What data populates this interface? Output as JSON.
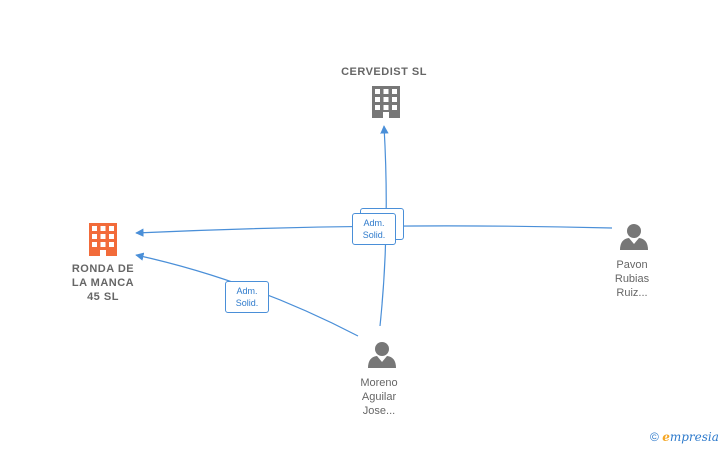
{
  "nodes": {
    "cervedist": {
      "name": "CERVEDIST  SL",
      "type": "company",
      "color": "#666666"
    },
    "ronda": {
      "lines": [
        "RONDA DE",
        "LA MANCA",
        "45  SL"
      ],
      "type": "company",
      "color": "#f26b3a"
    },
    "pavon": {
      "lines": [
        "Pavon",
        "Rubias",
        "Ruiz..."
      ],
      "type": "person",
      "color": "#666666"
    },
    "moreno": {
      "lines": [
        "Moreno",
        "Aguilar",
        "Jose..."
      ],
      "type": "person",
      "color": "#666666"
    }
  },
  "edges": [
    {
      "from": "pavon",
      "to": "ronda",
      "label": [
        "Adm.",
        "Solid."
      ]
    },
    {
      "from": "moreno",
      "to": "cervedist",
      "label": [
        "Adm.",
        "Solid."
      ]
    },
    {
      "from": "moreno",
      "to": "ronda",
      "label": [
        "Adm.",
        "Solid."
      ]
    }
  ],
  "colors": {
    "edge": "#4a8fd8",
    "badge_text": "#2f7bcc",
    "label_text": "#666666"
  },
  "icons": {
    "company": "building-icon",
    "person": "person-icon",
    "copyright": "copyright-icon"
  },
  "watermark": {
    "symbol": "©",
    "brand_initial": "e",
    "brand_rest": "mpresia"
  }
}
